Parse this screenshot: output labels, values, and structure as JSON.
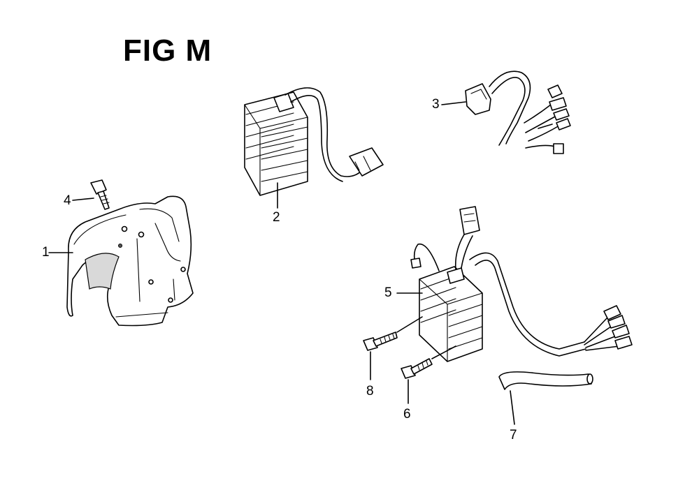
{
  "figure": {
    "title": "FIG M"
  },
  "callouts": {
    "c1": "1",
    "c2": "2",
    "c3": "3",
    "c4": "4",
    "c5": "5",
    "c6": "6",
    "c7": "7",
    "c8": "8"
  },
  "colors": {
    "ink": "#000000",
    "background": "#ffffff",
    "shade": "#d9d9d9"
  }
}
